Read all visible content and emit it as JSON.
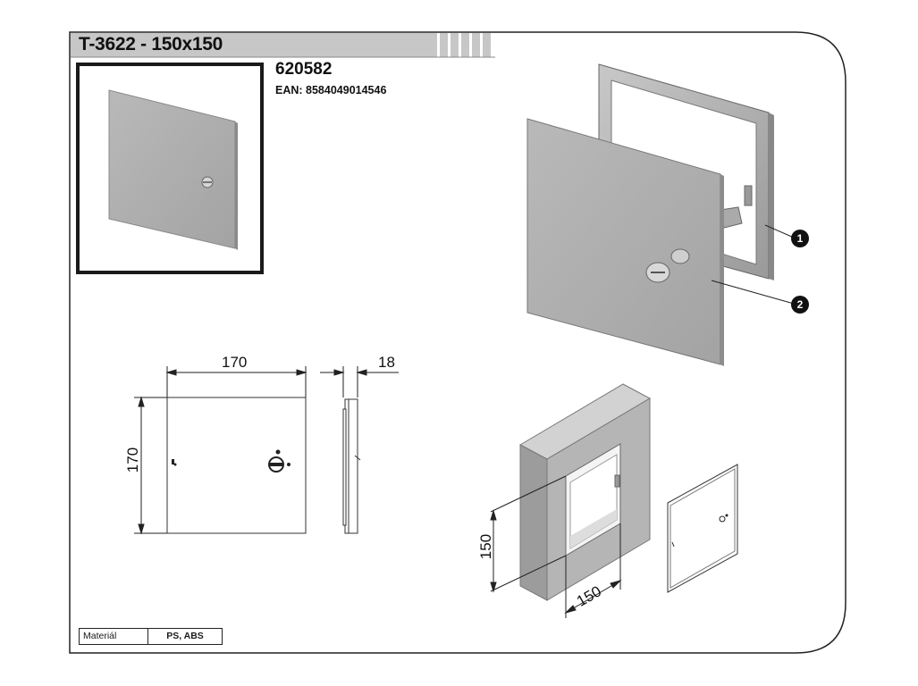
{
  "header": {
    "title": "T-3622 - 150x150"
  },
  "product": {
    "code": "620582",
    "ean": "EAN: 8584049014546"
  },
  "dimensions": {
    "width": "170",
    "height": "170",
    "depth": "18",
    "opening_w": "150",
    "opening_h": "150"
  },
  "callouts": [
    "1",
    "2"
  ],
  "material": {
    "label": "Materiál",
    "value": "PS, ABS"
  }
}
